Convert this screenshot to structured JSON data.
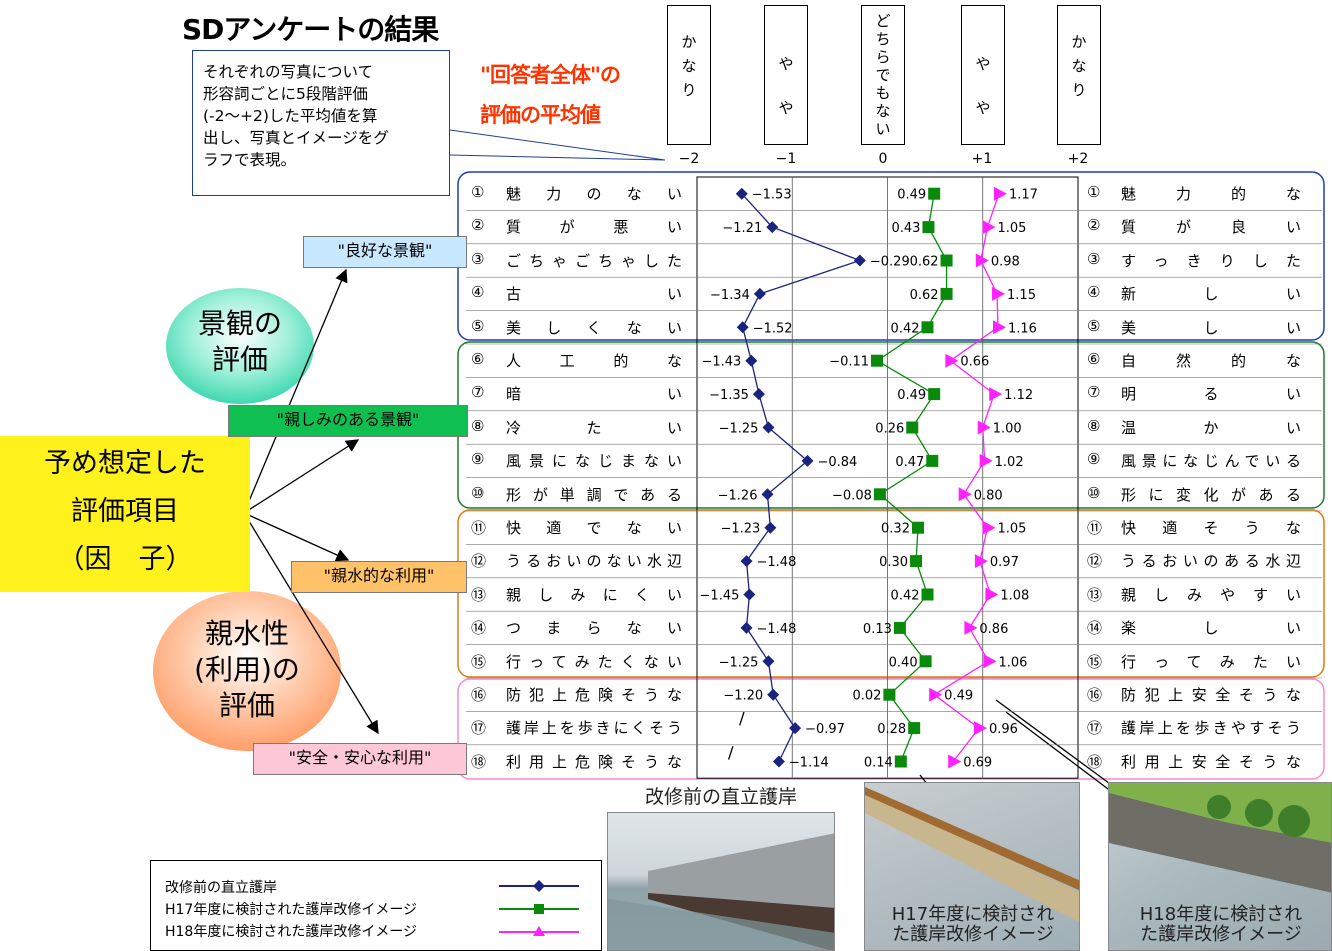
{
  "title": "SDアンケートの結果",
  "callout": [
    "それぞれの写真について",
    "形容詞ごとに5段階評価",
    "(-2〜+2)した平均値を算",
    "出し、写真とイメージをグ",
    "ラフで表現。"
  ],
  "overall_label": [
    "\"回答者全体\"の",
    "評価の平均値"
  ],
  "scale_boxes": [
    [
      "か",
      "な",
      "り"
    ],
    [
      "や",
      "や"
    ],
    [
      "ど",
      "ち",
      "ら",
      "で",
      "も",
      "な",
      "い"
    ],
    [
      "や",
      "や"
    ],
    [
      "か",
      "な",
      "り"
    ]
  ],
  "tick_labels": [
    "−2",
    "−1",
    "0",
    "+1",
    "+2"
  ],
  "factor_main": [
    "予め想定した",
    "評価項目",
    "（因　子）"
  ],
  "oval_keikan": [
    "景観の",
    "評価"
  ],
  "oval_shinsui": [
    "親水性",
    "(利用)の",
    "評価"
  ],
  "factors": [
    "\"良好な景観\"",
    "\"親しみのある景観\"",
    "\"親水的な利用\"",
    "\"安全・安心な利用\""
  ],
  "rows": [
    {
      "no": "①",
      "left": "魅力のない",
      "right": "魅力的な"
    },
    {
      "no": "②",
      "left": "質が悪い",
      "right": "質が良い"
    },
    {
      "no": "③",
      "left": "ごちゃごちゃした",
      "right": "すっきりした"
    },
    {
      "no": "④",
      "left": "古い",
      "right": "新しい"
    },
    {
      "no": "⑤",
      "left": "美しくない",
      "right": "美しい"
    },
    {
      "no": "⑥",
      "left": "人工的な",
      "right": "自然的な"
    },
    {
      "no": "⑦",
      "left": "暗い",
      "right": "明るい"
    },
    {
      "no": "⑧",
      "left": "冷たい",
      "right": "温かい"
    },
    {
      "no": "⑨",
      "left": "風景になじまない",
      "right": "風景になじんでいる"
    },
    {
      "no": "⑩",
      "left": "形が単調である",
      "right": "形に変化がある"
    },
    {
      "no": "⑪",
      "left": "快適でない",
      "right": "快適そうな"
    },
    {
      "no": "⑫",
      "left": "うるおいのない水辺",
      "right": "うるおいのある水辺"
    },
    {
      "no": "⑬",
      "left": "親しみにくい",
      "right": "親しみやすい"
    },
    {
      "no": "⑭",
      "left": "つまらない",
      "right": "楽しい"
    },
    {
      "no": "⑮",
      "left": "行ってみたくない",
      "right": "行ってみたい"
    },
    {
      "no": "⑯",
      "left": "防犯上危険そうな",
      "right": "防犯上安全そうな"
    },
    {
      "no": "⑰",
      "left": "護岸上を歩きにくそう",
      "right": "護岸上を歩きやすそう"
    },
    {
      "no": "⑱",
      "left": "利用上危険そうな",
      "right": "利用上安全そうな"
    }
  ],
  "colors": {
    "blue": "#1a237e",
    "green": "#0a8a0a",
    "magenta": "#ff22ff",
    "keikan_border": "#1f3fae",
    "shinsui_border": "#e07a10",
    "anzen_border": "#ff88cc",
    "shitashimi_border": "#1f7a2f"
  },
  "chart_data": {
    "type": "line",
    "orientation": "horizontal-profile",
    "xlim": [
      -2,
      2
    ],
    "x_ticks": [
      -2,
      -1,
      0,
      1,
      2
    ],
    "categories": [
      "①",
      "②",
      "③",
      "④",
      "⑤",
      "⑥",
      "⑦",
      "⑧",
      "⑨",
      "⑩",
      "⑪",
      "⑫",
      "⑬",
      "⑭",
      "⑮",
      "⑯",
      "⑰",
      "⑱"
    ],
    "series": [
      {
        "name": "改修前の直立護岸",
        "marker": "diamond",
        "color": "#1a237e",
        "labels": [
          "−1.53",
          "−1.21",
          "−0.29",
          "−1.34",
          "−1.52",
          "−1.43",
          "−1.35",
          "−1.25",
          "−0.84",
          "−1.26",
          "−1.23",
          "−1.48",
          "−1.45",
          "−1.48",
          "−1.25",
          "−1.20",
          "−0.97",
          "−1.14"
        ],
        "values": [
          -1.53,
          -1.21,
          -0.29,
          -1.34,
          -1.52,
          -1.43,
          -1.35,
          -1.25,
          -0.84,
          -1.26,
          -1.23,
          -1.48,
          -1.45,
          -1.48,
          -1.25,
          -1.2,
          -0.97,
          -1.14
        ]
      },
      {
        "name": "H17年度に検討された護岸改修イメージ",
        "marker": "square",
        "color": "#0a8a0a",
        "labels": [
          "0.49",
          "0.43",
          "0.62",
          "0.62",
          "0.42",
          "−0.11",
          "0.49",
          "0.26",
          "0.47",
          "−0.08",
          "0.32",
          "0.30",
          "0.42",
          "0.13",
          "0.40",
          "0.02",
          "0.28",
          "0.14"
        ],
        "values": [
          0.49,
          0.43,
          0.62,
          0.62,
          0.42,
          -0.11,
          0.49,
          0.26,
          0.47,
          -0.08,
          0.32,
          0.3,
          0.42,
          0.13,
          0.4,
          0.02,
          0.28,
          0.14
        ]
      },
      {
        "name": "H18年度に検討された護岸改修イメージ",
        "marker": "triangle",
        "color": "#ff22ff",
        "labels": [
          "1.17",
          "1.05",
          "0.98",
          "1.15",
          "1.16",
          "0.66",
          "1.12",
          "1.00",
          "1.02",
          "0.80",
          "1.05",
          "0.97",
          "1.08",
          "0.86",
          "1.06",
          "0.49",
          "0.96",
          "0.69"
        ],
        "values": [
          1.17,
          1.05,
          0.98,
          1.15,
          1.16,
          0.66,
          1.12,
          1.0,
          1.02,
          0.8,
          1.05,
          0.97,
          1.08,
          0.86,
          1.06,
          0.49,
          0.96,
          0.69
        ]
      }
    ]
  },
  "photos": [
    {
      "caption_top": "改修前の直立護岸"
    },
    {
      "caption": [
        "H17年度に検討され",
        "た護岸改修イメージ"
      ]
    },
    {
      "caption": [
        "H18年度に検討され",
        "た護岸改修イメージ"
      ]
    }
  ],
  "legend": [
    "改修前の直立護岸",
    "H17年度に検討された護岸改修イメージ",
    "H18年度に検討された護岸改修イメージ"
  ]
}
